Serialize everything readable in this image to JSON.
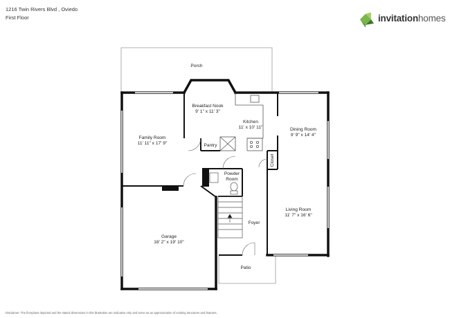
{
  "header": {
    "address": "1216 Twin Rivers Blvd , Oviedo",
    "floor": "First Floor"
  },
  "logo": {
    "brand_bold": "invitation",
    "brand_light": "homes",
    "colors": [
      "#7ab648",
      "#4f8f2f",
      "#a3cf62",
      "#3a7a26"
    ]
  },
  "rooms": {
    "porch": {
      "name": "Porch"
    },
    "breakfast_nook": {
      "name": "Breakfast Nook",
      "dims": "9' 1\" x 11' 3\""
    },
    "kitchen": {
      "name": "Kitchen",
      "dims": "11' x 10' 11\""
    },
    "dining_room": {
      "name": "Dining Room",
      "dims": "9' 9\" x 14' 4\""
    },
    "family_room": {
      "name": "Family Room",
      "dims": "11' 11\" x 17' 9\""
    },
    "pantry": {
      "name": "Pantry"
    },
    "closet": {
      "name": "Closet"
    },
    "powder_room": {
      "name1": "Powder",
      "name2": "Room"
    },
    "foyer": {
      "name": "Foyer"
    },
    "living_room": {
      "name": "Living Room",
      "dims": "11' 7\" x 16' 6\""
    },
    "garage": {
      "name": "Garage",
      "dims": "18' 2\" x 19' 10\""
    },
    "patio": {
      "name": "Patio"
    }
  },
  "disclaimer": "Disclaimer: The floorplans depicted and the stated dimensions in this illustration are indicative only and serve as an approximation of existing structures and features."
}
